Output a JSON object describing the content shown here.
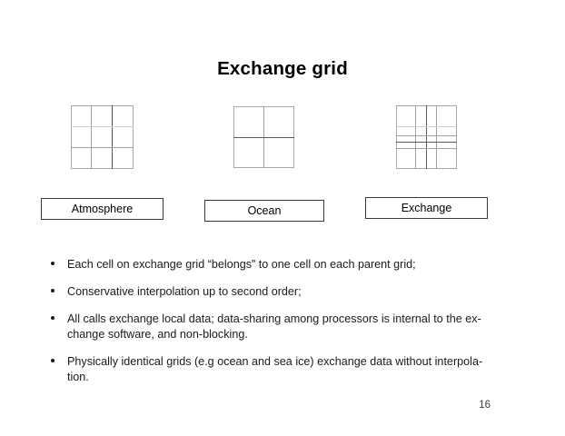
{
  "slide": {
    "title": "Exchange grid",
    "page_number": "16"
  },
  "figures": {
    "atmosphere": {
      "label": "Atmosphere",
      "rows": 3,
      "cols": 3
    },
    "ocean": {
      "label": "Ocean",
      "rows": 2,
      "cols": 2
    },
    "exchange": {
      "label": "Exchange",
      "rows": 4,
      "cols": 4,
      "description": "superposition of atmosphere 3x3 and ocean 2x2 grid lines"
    }
  },
  "bullets": [
    {
      "line1": "Each cell on exchange grid “belongs” to one cell on each parent grid;",
      "line2": ""
    },
    {
      "line1": "Conservative interpolation up to second order;",
      "line2": ""
    },
    {
      "line1": "All calls exchange local data; data-sharing among processors is internal to the ex-",
      "line2": "change software, and non-blocking."
    },
    {
      "line1": "Physically identical grids (e.g ocean and sea ice) exchange data without interpola-",
      "line2": "tion."
    }
  ],
  "colors": {
    "background": "#ffffff",
    "text": "#000000",
    "grid_line_light": "#cfcfcf",
    "grid_line": "#a0a0a0",
    "grid_line_dark": "#5a5a5a",
    "box_border": "#3b3b3b"
  }
}
